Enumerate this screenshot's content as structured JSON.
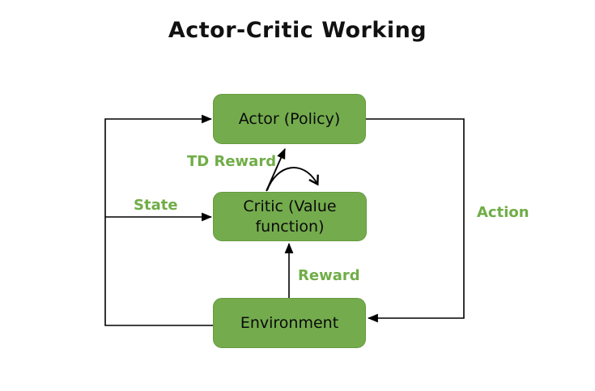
{
  "diagram": {
    "title": "Actor-Critic Working",
    "nodes": {
      "actor": {
        "label": "Actor (Policy)"
      },
      "critic": {
        "label": "Critic (Value function)"
      },
      "environment": {
        "label": "Environment"
      }
    },
    "edge_labels": {
      "td_reward": "TD Reward",
      "state": "State",
      "action": "Action",
      "reward": "Reward"
    },
    "colors": {
      "node_fill": "#74AC4D",
      "node_border": "#669A3F",
      "label_green": "#70AD47",
      "line": "#000000",
      "background": "#FFFFFF",
      "title_text": "#111111",
      "node_text": "#0A0A0A"
    }
  }
}
